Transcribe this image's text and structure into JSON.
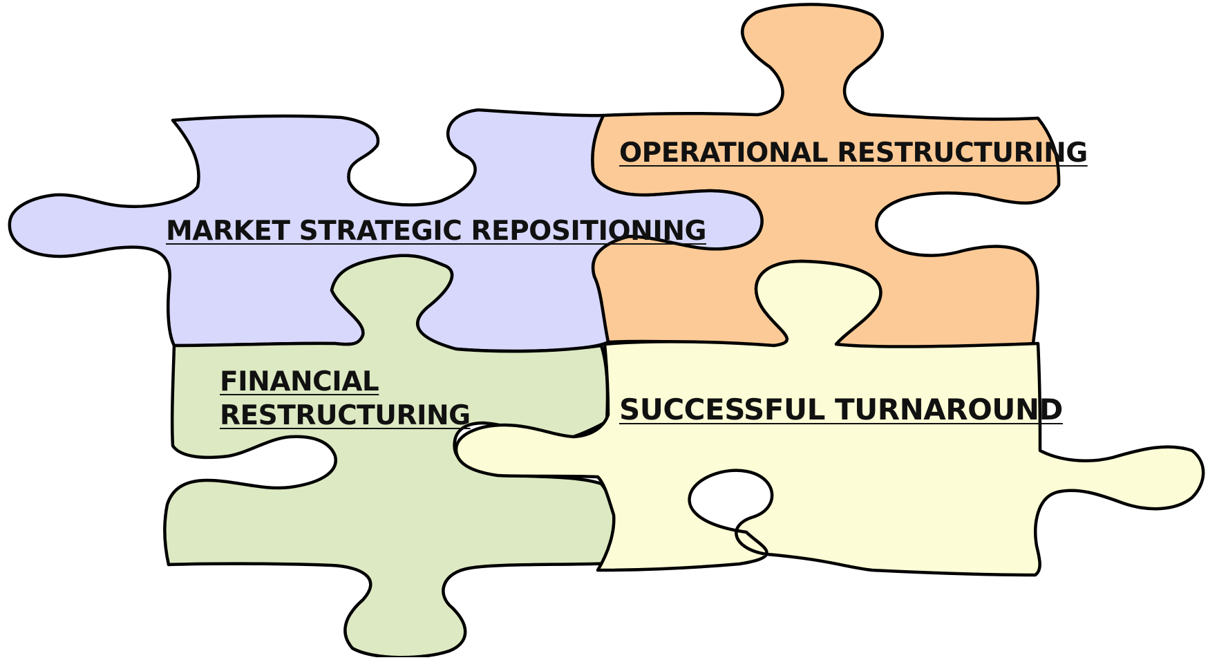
{
  "diagram": {
    "pieces": {
      "market": {
        "label": "MARKET STRATEGIC REPOSITIONING",
        "color": "#D7D8FB"
      },
      "operational": {
        "label": "OPERATIONAL RESTRUCTURING",
        "color": "#FCCA96"
      },
      "financial": {
        "label_line1": "FINANCIAL",
        "label_line2": "RESTRUCTURING",
        "color": "#DCE9C2"
      },
      "turnaround": {
        "label": "SUCCESSFUL TURNAROUND",
        "color": "#FCFCD6"
      }
    }
  }
}
